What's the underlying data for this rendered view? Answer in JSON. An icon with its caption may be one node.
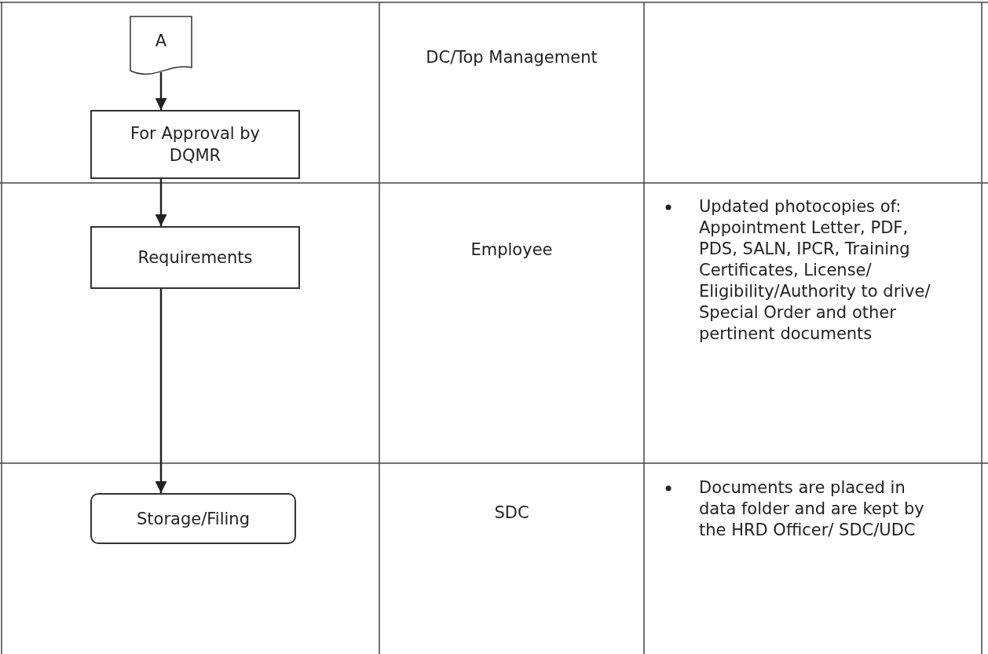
{
  "diagram": {
    "nodes": [
      {
        "text": [
          "A"
        ]
      },
      {
        "text": [
          "For Approval by DQMR"
        ]
      },
      {
        "text": [
          "Requirements"
        ]
      },
      {
        "text": [
          "Storage/Filing"
        ]
      }
    ],
    "edges": [
      {
        "from": 0,
        "to": 1,
        "arrow": "to"
      },
      {
        "from": 1,
        "to": 2,
        "arrow": "to"
      },
      {
        "from": 2,
        "to": 3,
        "arrow": "to"
      }
    ],
    "labels": [
      "DC/Top Management",
      "Employee",
      "Updated photocopies of: Appointment Letter, PDF, PDS, SALN, IPCR, Training Certificates, License/ Eligibility/Authority to drive/ Special Order and other pertinent documents",
      "SDC",
      "Documents are placed in data folder and are kept by the HRD Officer/ SDC/UDC"
    ]
  }
}
